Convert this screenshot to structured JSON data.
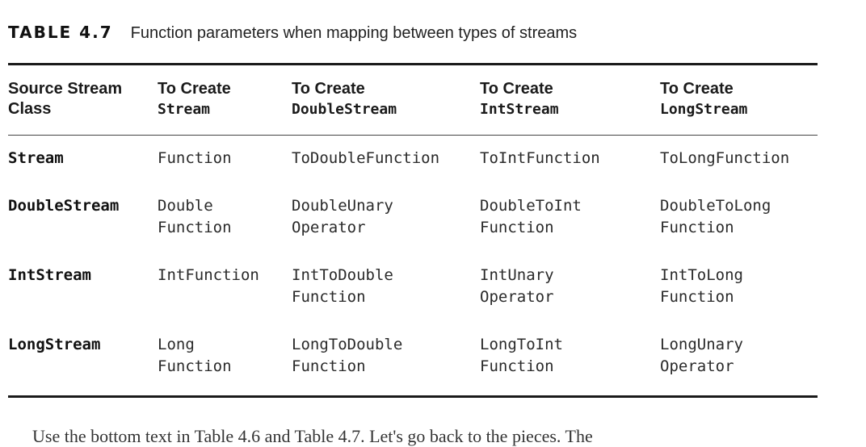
{
  "caption": {
    "label": "TABLE 4.7",
    "title": "Function parameters when mapping between types of streams"
  },
  "headers": [
    {
      "line1": "Source Stream",
      "line2": "Class",
      "mono": false
    },
    {
      "line1": "To Create",
      "line2": "Stream",
      "mono": true
    },
    {
      "line1": "To Create",
      "line2": "DoubleStream",
      "mono": true
    },
    {
      "line1": "To Create",
      "line2": "IntStream",
      "mono": true
    },
    {
      "line1": "To Create",
      "line2": "LongStream",
      "mono": true
    }
  ],
  "rows": [
    {
      "source": "Stream",
      "cells": [
        [
          "Function"
        ],
        [
          "ToDoubleFunction"
        ],
        [
          "ToIntFunction"
        ],
        [
          "ToLongFunction"
        ]
      ]
    },
    {
      "source": "DoubleStream",
      "cells": [
        [
          "Double",
          "Function"
        ],
        [
          "DoubleUnary",
          "Operator"
        ],
        [
          "DoubleToInt",
          "Function"
        ],
        [
          "DoubleToLong",
          "Function"
        ]
      ]
    },
    {
      "source": "IntStream",
      "cells": [
        [
          "IntFunction"
        ],
        [
          "IntToDouble",
          "Function"
        ],
        [
          "IntUnary",
          "Operator"
        ],
        [
          "IntToLong",
          "Function"
        ]
      ]
    },
    {
      "source": "LongStream",
      "cells": [
        [
          "Long",
          "Function"
        ],
        [
          "LongToDouble",
          "Function"
        ],
        [
          "LongToInt",
          "Function"
        ],
        [
          "LongUnary",
          "Operator"
        ]
      ]
    }
  ],
  "footer_text": "Use the bottom text in Table 4.6 and Table 4.7. Let's go back to the pieces. The"
}
